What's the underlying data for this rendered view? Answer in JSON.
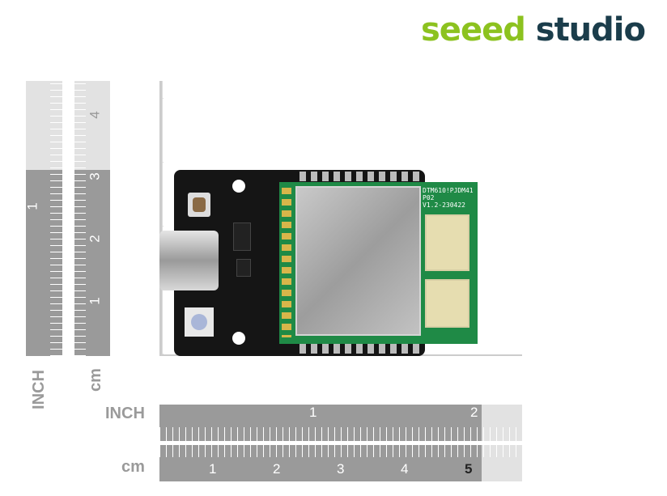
{
  "logo": {
    "part1": "seeed",
    "part2": " studio"
  },
  "rulers": {
    "vertical_inch_label": "INCH",
    "vertical_cm_label": "cm",
    "horizontal_inch_label": "INCH",
    "horizontal_cm_label": "cm",
    "vertical_inch_ticks": [
      "1"
    ],
    "vertical_cm_ticks": [
      "1",
      "2",
      "3",
      "4"
    ],
    "horizontal_inch_ticks": [
      "1",
      "2"
    ],
    "horizontal_cm_ticks": [
      "1",
      "2",
      "3",
      "4",
      "5"
    ]
  },
  "board": {
    "module_text": [
      "DTM610!PJDM41",
      "P02",
      "V1.2-230422"
    ]
  }
}
